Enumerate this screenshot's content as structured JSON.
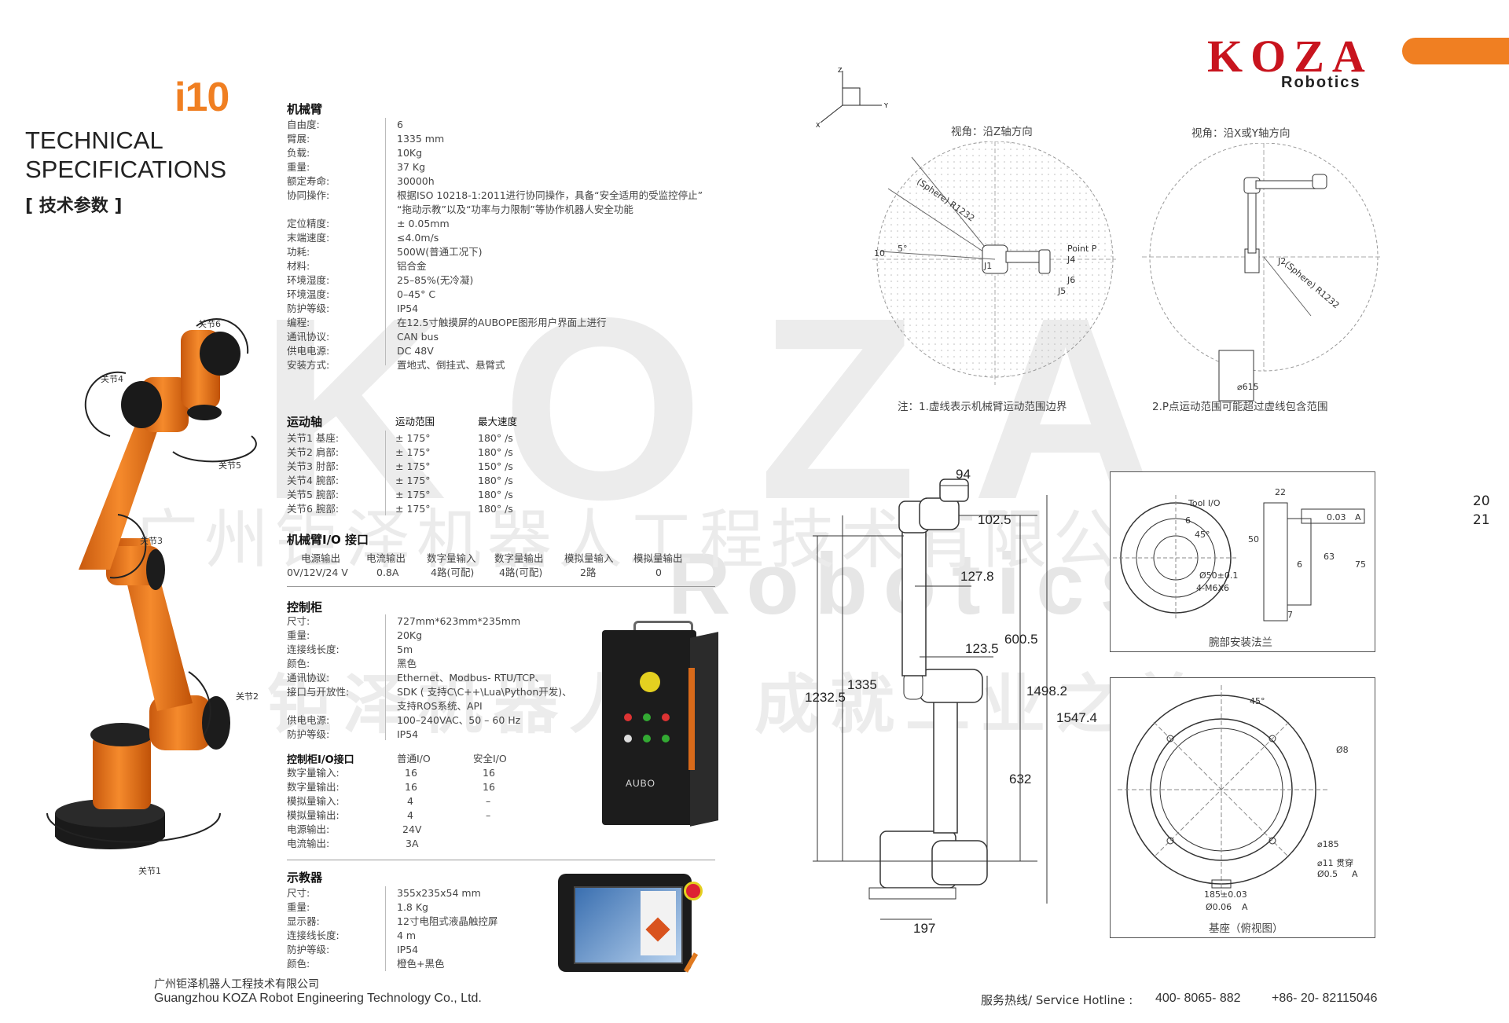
{
  "brand": {
    "logo_text": "KOZA",
    "sub": "Robotics",
    "accent": "#f07f22",
    "logo_red": "#c8141e"
  },
  "watermark": {
    "big": "KOZA",
    "robotics": "Robotics",
    "cn_name": "广州钜泽机器人工程技术有限公司",
    "slogan_a": "钜泽机器人",
    "slogan_b": "成就工业之美"
  },
  "header": {
    "model": "i10",
    "title_line1": "TECHNICAL",
    "title_line2": "SPECIFICATIONS",
    "title_cn": "[ 技术参数 ]"
  },
  "arm": {
    "title": "机械臂",
    "rows": [
      {
        "label": "自由度:",
        "value": "6"
      },
      {
        "label": "臂展:",
        "value": "1335 mm"
      },
      {
        "label": "负载:",
        "value": "10Kg"
      },
      {
        "label": "重量:",
        "value": "37 Kg"
      },
      {
        "label": "额定寿命:",
        "value": "30000h"
      },
      {
        "label": "协同操作:",
        "value": "根据ISO 10218-1:2011进行协同操作，具备“安全适用的受监控停止”"
      },
      {
        "label": "",
        "value": "“拖动示教”以及“功率与力限制”等协作机器人安全功能"
      },
      {
        "label": "定位精度:",
        "value": "± 0.05mm"
      },
      {
        "label": "末端速度:",
        "value": "≤4.0m/s"
      },
      {
        "label": "功耗:",
        "value": "500W(普通工况下)"
      },
      {
        "label": "材料:",
        "value": "铝合金"
      },
      {
        "label": "环境湿度:",
        "value": "25–85%(无冷凝)"
      },
      {
        "label": "环境温度:",
        "value": "0–45° C"
      },
      {
        "label": "防护等级:",
        "value": "IP54"
      },
      {
        "label": "编程:",
        "value": "在12.5寸触摸屏的AUBOPE图形用户界面上进行"
      },
      {
        "label": "通讯协议:",
        "value": "CAN bus"
      },
      {
        "label": "供电电源:",
        "value": "DC 48V"
      },
      {
        "label": "安装方式:",
        "value": "置地式、倒挂式、悬臂式"
      }
    ]
  },
  "axes": {
    "title": "运动轴",
    "col_range": "运动范围",
    "col_speed": "最大速度",
    "rows": [
      {
        "label": "关节1 基座:",
        "range": "± 175°",
        "speed": "180° /s"
      },
      {
        "label": "关节2 肩部:",
        "range": "± 175°",
        "speed": "180° /s"
      },
      {
        "label": "关节3 肘部:",
        "range": "± 175°",
        "speed": "150° /s"
      },
      {
        "label": "关节4 腕部:",
        "range": "± 175°",
        "speed": "180° /s"
      },
      {
        "label": "关节5 腕部:",
        "range": "± 175°",
        "speed": "180° /s"
      },
      {
        "label": "关节6 腕部:",
        "range": "± 175°",
        "speed": "180° /s"
      }
    ]
  },
  "arm_io": {
    "title": "机械臂I/O 接口",
    "headers": [
      "电源输出",
      "电流输出",
      "数字量输入",
      "数字量输出",
      "模拟量输入",
      "模拟量输出"
    ],
    "values": [
      "0V/12V/24 V",
      "0.8A",
      "4路(可配)",
      "4路(可配)",
      "2路",
      "0"
    ]
  },
  "cabinet": {
    "title": "控制柜",
    "rows": [
      {
        "label": "尺寸:",
        "value": "727mm*623mm*235mm"
      },
      {
        "label": "重量:",
        "value": "20Kg"
      },
      {
        "label": "连接线长度:",
        "value": "5m"
      },
      {
        "label": "颜色:",
        "value": "黑色"
      },
      {
        "label": "通讯协议:",
        "value": "Ethernet、Modbus- RTU/TCP、"
      },
      {
        "label": "接口与开放性:",
        "value": "SDK ( 支持C\\C++\\Lua\\Python开发)、"
      },
      {
        "label": "",
        "value": "支持ROS系统、API"
      },
      {
        "label": "供电电源:",
        "value": "100–240VAC、50 – 60 Hz"
      },
      {
        "label": "防护等级:",
        "value": "IP54"
      }
    ],
    "brand": "AUBO"
  },
  "cabinet_io": {
    "title": "控制柜I/O接口",
    "col_normal": "普通I/O",
    "col_safety": "安全I/O",
    "rows": [
      {
        "label": "数字量输入:",
        "normal": "16",
        "safety": "16"
      },
      {
        "label": "数字量输出:",
        "normal": "16",
        "safety": "16"
      },
      {
        "label": "模拟量输入:",
        "normal": "4",
        "safety": "–"
      },
      {
        "label": "模拟量输出:",
        "normal": "4",
        "safety": "–"
      },
      {
        "label": "电源输出:",
        "normal": "24V",
        "safety": ""
      },
      {
        "label": "电流输出:",
        "normal": "3A",
        "safety": ""
      }
    ]
  },
  "pendant": {
    "title": "示教器",
    "rows": [
      {
        "label": "尺寸:",
        "value": "355x235x54 mm"
      },
      {
        "label": "重量:",
        "value": "1.8 Kg"
      },
      {
        "label": "显示器:",
        "value": "12寸电阻式液晶触控屏"
      },
      {
        "label": "连接线长度:",
        "value": "4 m"
      },
      {
        "label": "防护等级:",
        "value": "IP54"
      },
      {
        "label": "颜色:",
        "value": "橙色+黑色"
      }
    ]
  },
  "joints": [
    "关节1",
    "关节2",
    "关节3",
    "关节4",
    "关节5",
    "关节6"
  ],
  "workspace": {
    "view_z": "视角：沿Z轴方向",
    "view_xy": "视角：沿X或Y轴方向",
    "note1": "注：1.虚线表示机械臂运动范围边界",
    "note2": "2.P点运动范围可能超过虚线包含范围",
    "sphere": "(Sphere) R1232",
    "sphere2": "(Sphere) R1232",
    "point_p": "Point P",
    "dim10": "10",
    "dim5": "5°",
    "dia615": "⌀615",
    "labels": [
      "J1",
      "J4",
      "J5",
      "J6",
      "J2"
    ]
  },
  "drawing": {
    "dims": [
      "94",
      "102.5",
      "127.8",
      "123.5",
      "600.5",
      "1232.5",
      "1335",
      "1498.2",
      "1547.4",
      "632",
      "197"
    ],
    "flange_caption": "腕部安装法兰",
    "base_caption": "基座（俯视图）",
    "flange_labels": [
      "Tool I/O",
      "22",
      "6",
      "45°",
      "50",
      "6",
      "63",
      "75",
      "Ø50±0.1",
      "4-M6X6",
      "7",
      "0.03",
      "A"
    ],
    "base_labels": [
      "45°",
      "Ø8",
      "⌀185",
      "⌀11 贯穿",
      "Ø0.5",
      "A",
      "185±0.03",
      "Ø0.06",
      "A"
    ]
  },
  "page_numbers": {
    "left": "20",
    "right": "21"
  },
  "footer": {
    "company_cn": "广州钜泽机器人工程技术有限公司",
    "company_en": "Guangzhou KOZA Robot Engineering Technology Co., Ltd.",
    "hotline_label": "服务热线/ Service Hotline :",
    "phone1": "400- 8065- 882",
    "phone2": "+86- 20- 82115046"
  }
}
